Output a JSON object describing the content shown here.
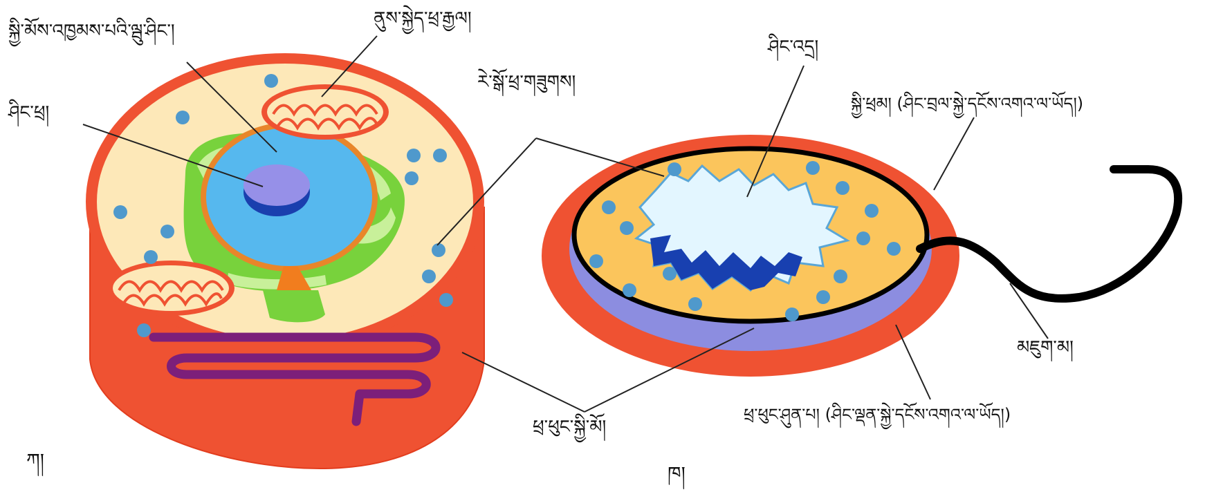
{
  "labels": {
    "euk_nuclear_membrane": "སྐྱི་མོས་འཁྱམས་པའི་ལྦུ་ཤིང་།",
    "euk_mitochondria": "ནུས་སྐྱེད་ཕྲ་རྒྱལ།",
    "euk_nucleolus": "ཤིང་ཕྲ།",
    "ribosome": "རེ་སྒོ་ཕྲ་གཟུགས།",
    "nucleoid": "ཤིང་འདྲ།",
    "capsule": "སྐྱི་ཕྲམ། (ཤིང་བྲལ་སྐྱེ་དངོས་འགའ་ལ་ཡོད།)",
    "flagellum": "མཇུག་མ།",
    "cell_membrane_shared": "ཕྲ་ཕུང་སྐྱི་མོ།",
    "cell_wall": "ཕྲ་ཕུང་ཤུན་པ། (ཤིང་ལྡན་སྐྱེ་དངོས་འགའ་ལ་ཡོད།)",
    "fig_a": "ཀ།",
    "fig_b": "ཁ།"
  },
  "colors": {
    "outer_red": "#ef5232",
    "cytoplasm": "#fde8b8",
    "bacteria_cytoplasm": "#fbc55c",
    "nucleus": "#56b8ee",
    "nucleolus": "#9690e8",
    "nucleolus_dark": "#1a3fae",
    "er_green": "#78d23c",
    "golgi_purple": "#7c1f7a",
    "ribosome_dot": "#4f99cc",
    "bacteria_inner_membrane": "#8c8de0",
    "nucleoid_light": "#e3f6ff",
    "nucleoid_dark": "#1840b0",
    "flagellum": "#000000"
  },
  "icons": [
    "eukaryotic-cell",
    "prokaryotic-cell"
  ]
}
